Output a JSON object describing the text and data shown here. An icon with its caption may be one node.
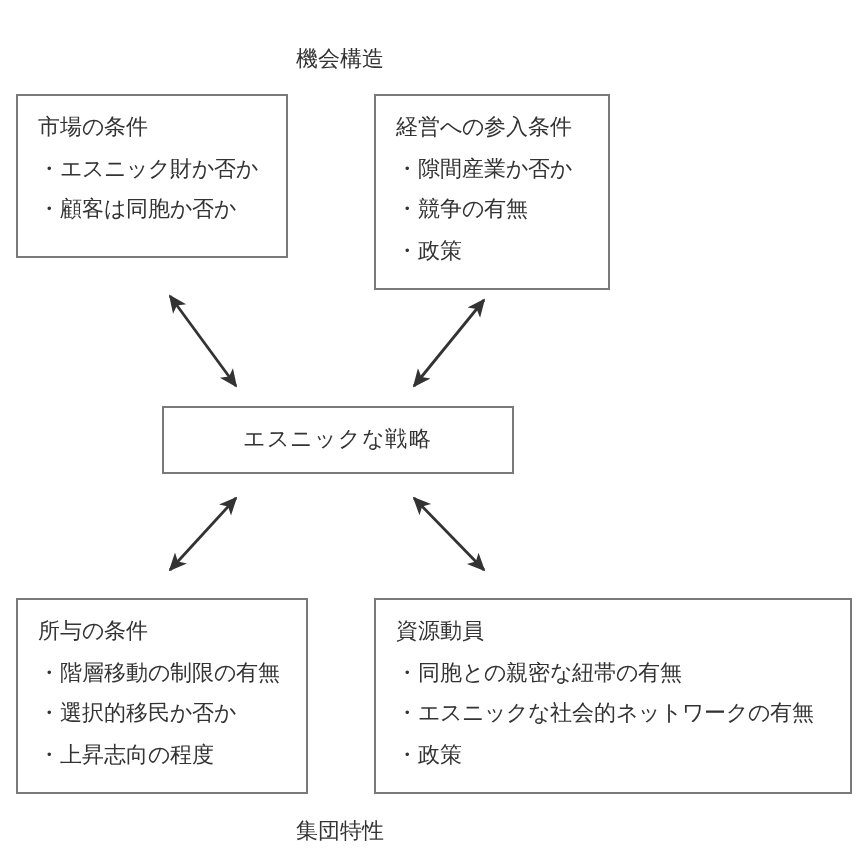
{
  "diagram": {
    "nodes": [
      {
        "text": [
          "市場の条件",
          "・エスニック財か否か",
          "・顧客は同胞か否か"
        ]
      },
      {
        "text": [
          "経営への参入条件",
          "・隙間産業か否か",
          "・競争の有無",
          "・政策"
        ]
      },
      {
        "text": [
          "エスニックな戦略"
        ]
      },
      {
        "text": [
          "所与の条件",
          "・階層移動の制限の有無",
          "・選択的移民か否か",
          "・上昇志向の程度"
        ]
      },
      {
        "text": [
          "資源動員",
          "・同胞との親密な紐帯の有無",
          "・エスニックな社会的ネットワークの有無",
          "・政策"
        ]
      }
    ],
    "edges": [
      {
        "from": 0,
        "to": 2,
        "arrow": "both"
      },
      {
        "from": 1,
        "to": 2,
        "arrow": "both"
      },
      {
        "from": 3,
        "to": 2,
        "arrow": "both"
      },
      {
        "from": 4,
        "to": 2,
        "arrow": "both"
      }
    ],
    "labels": [
      "機会構造",
      "集団特性"
    ]
  }
}
